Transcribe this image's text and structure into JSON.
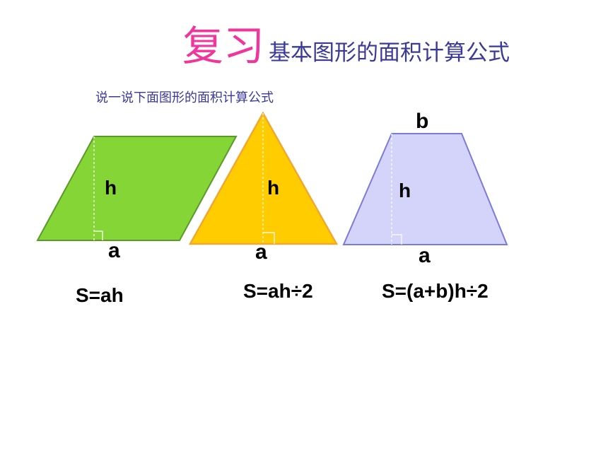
{
  "title": {
    "main": "复习",
    "sub": "基本图形的面积计算公式"
  },
  "prompt": "说一说下面图形的面积计算公式",
  "shapes": {
    "parallelogram": {
      "height_label": "h",
      "base_label": "a",
      "formula": "S=ah",
      "fill": "#84d535",
      "stroke": "#5a9a2a"
    },
    "triangle": {
      "height_label": "h",
      "base_label": "a",
      "formula": "S=ah÷2",
      "fill": "#ffcc00",
      "stroke": "#f0a830"
    },
    "trapezoid": {
      "top_label": "b",
      "height_label": "h",
      "base_label": "a",
      "formula": "S=(a+b)h÷2",
      "fill": "#d4d4fa",
      "stroke": "#7b7bdc"
    }
  },
  "colors": {
    "title_accent": "#f0359c",
    "title_text": "#3a3a9a"
  }
}
